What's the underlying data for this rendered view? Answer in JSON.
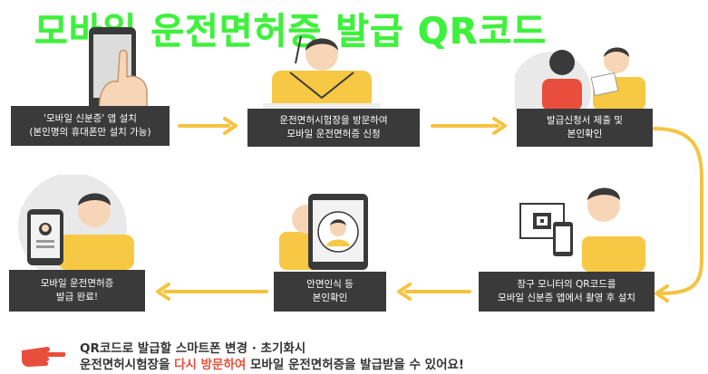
{
  "title": "모바일 운전면허증 발급 QR코드",
  "steps": [
    {
      "line1": "'모바일 신분증' 앱 설치",
      "line2": "(본인명의 휴대폰만 설치 가능)"
    },
    {
      "line1": "운전면허시험장을 방문하여",
      "line2": "모바일 운전면허증 신청"
    },
    {
      "line1": "발급신청서 제출 및",
      "line2": "본인확인"
    },
    {
      "line1": "창구 모니터의 QR코드를",
      "line2": "모바일 신분증 앱에서 촬영 후 설치"
    },
    {
      "line1": "안면인식 등",
      "line2": "본인확인"
    },
    {
      "line1": "모바일 운전면허증",
      "line2": "발급 완료!"
    }
  ],
  "footer": {
    "line1": "QR코드로 발급할 스마트폰 변경 · 초기화시",
    "line2_pre": "운전면허시험장을 ",
    "line2_highlight": "다시 방문하여",
    "line2_post": " 모바일 운전면허증을 발급받을 수 있어요!"
  },
  "icons": {
    "arrow": "right-arrow-icon",
    "return_arrow": "curved-return-arrow-icon",
    "hand": "pointing-hand-icon"
  },
  "colors": {
    "title": "#3df23a",
    "card": "#3a3a3a",
    "arrow": "#f5c340",
    "shirt": "#f7c843",
    "highlight": "#e94e3c"
  }
}
